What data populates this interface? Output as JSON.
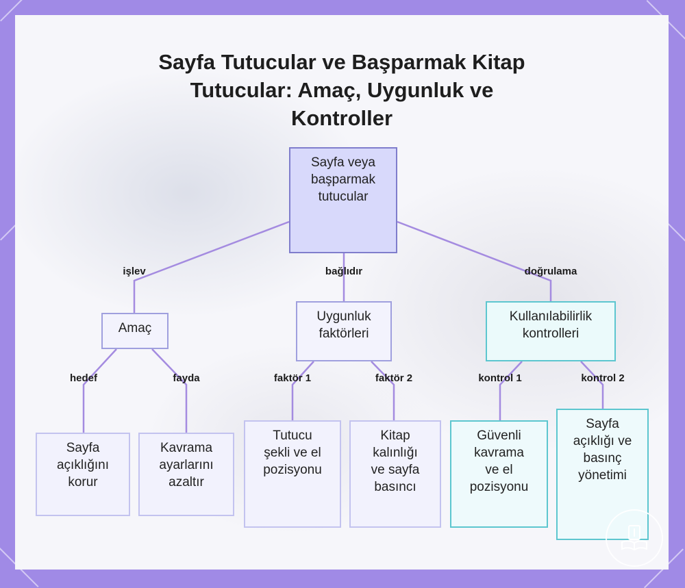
{
  "title": [
    "Sayfa Tutucular ve Başparmak Kitap",
    "Tutucular: Amaç, Uygunluk ve",
    "Kontroller"
  ],
  "nodes": {
    "root": [
      "Sayfa veya",
      "başparmak",
      "tutucular"
    ],
    "amac": [
      "Amaç"
    ],
    "uygunluk": [
      "Uygunluk",
      "faktörleri"
    ],
    "kullanilabilirlik": [
      "Kullanılabilirlik",
      "kontrolleri"
    ],
    "sayfa_acikligini": [
      "Sayfa",
      "açıklığını",
      "korur"
    ],
    "kavrama_ayarlarini": [
      "Kavrama",
      "ayarlarını",
      "azaltır"
    ],
    "tutucu_sekli": [
      "Tutucu",
      "şekli ve el",
      "pozisyonu"
    ],
    "kitap_kalinligi": [
      "Kitap",
      "kalınlığı",
      "ve sayfa",
      "basıncı"
    ],
    "guvenli_kavrama": [
      "Güvenli",
      "kavrama",
      "ve el",
      "pozisyonu"
    ],
    "sayfa_acikligi_basinc": [
      "Sayfa",
      "açıklığı ve",
      "basınç",
      "yönetimi"
    ]
  },
  "edges": {
    "islev": "işlev",
    "baglidir": "bağlıdır",
    "dogrulama": "doğrulama",
    "hedef": "hedef",
    "fayda": "fayda",
    "faktor1": "faktör 1",
    "faktor2": "faktör 2",
    "kontrol1": "kontrol 1",
    "kontrol2": "kontrol 2"
  },
  "colors": {
    "frame": "#a08ae6",
    "edge": "#a48be0",
    "root_fill": "#d8d9fb",
    "control_border": "#5cc6cf"
  },
  "icons": [
    "book-logo-icon"
  ]
}
